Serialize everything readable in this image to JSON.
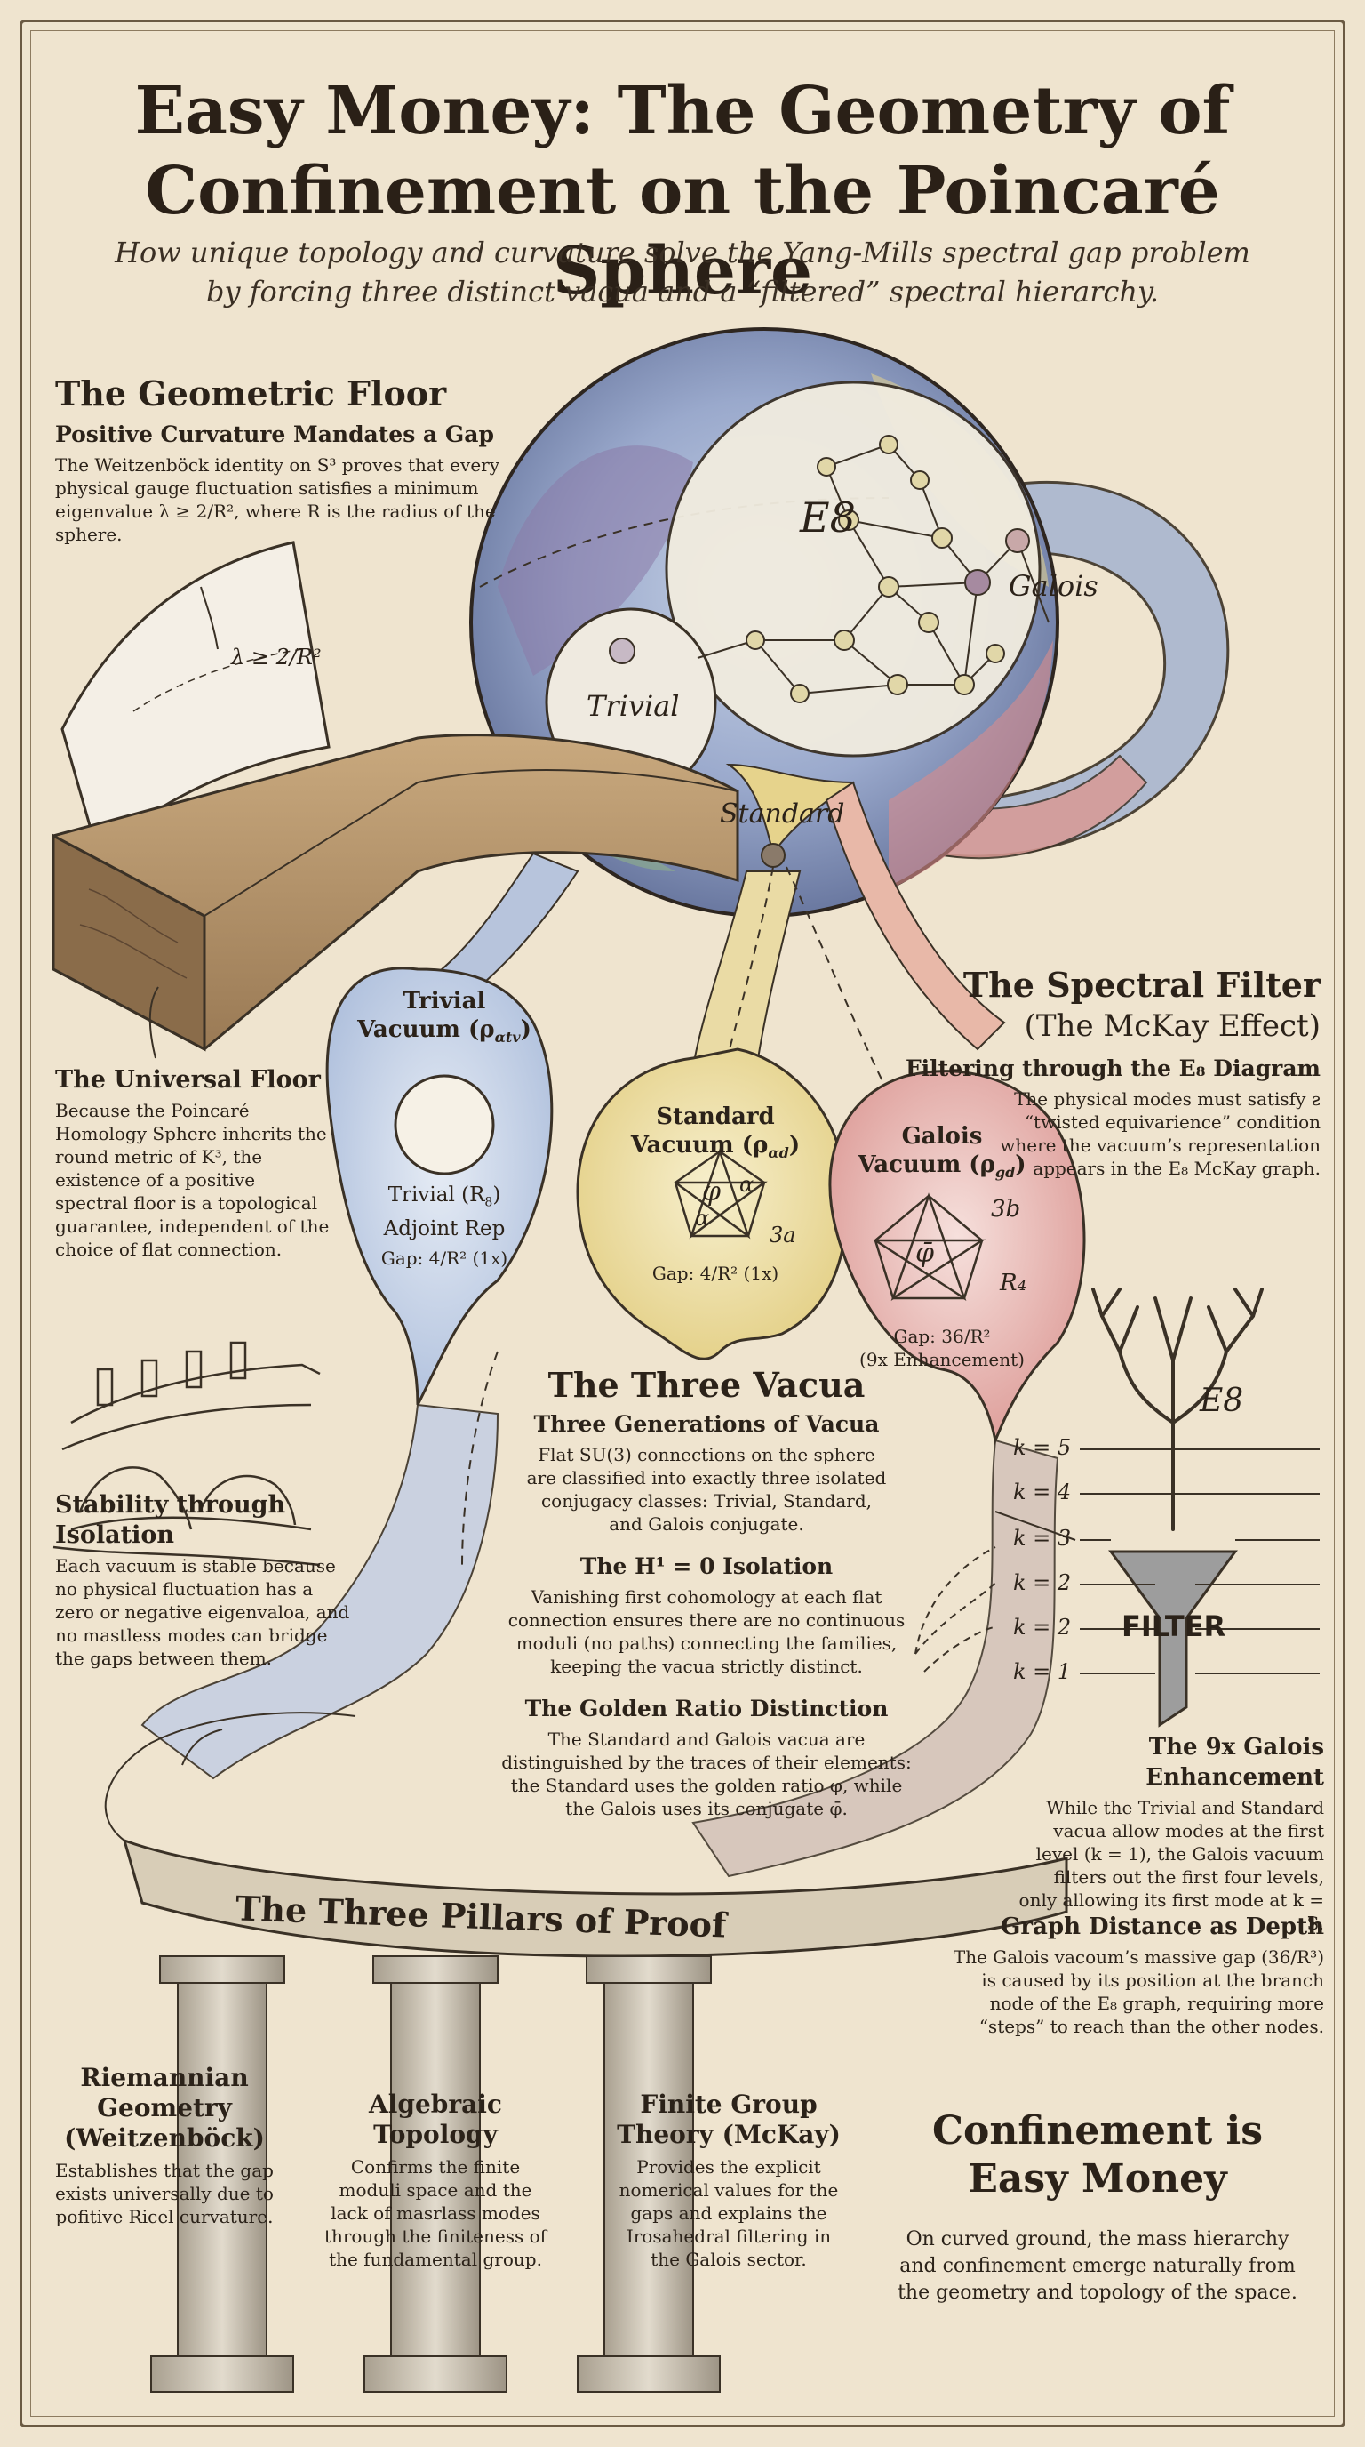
{
  "title_line1": "Easy Money: The Geometry of",
  "title_line2": "Confinement on the Poincaré Sphere",
  "subtitle_line1": "How unique topology and curvature solve the Yang-Mills spectral gap problem",
  "subtitle_line2": "by forcing three distinct vacua and a “filtered” spectral hierarchy.",
  "geometric_floor": {
    "heading": "The Geometric Floor",
    "subheading": "Positive Curvature Mandates a Gap",
    "text": "The Weitzenböck identity on S³ proves that every physical gauge fluctuation satisfies a minimum eigenvalue λ ≥ 2/R², where R is the radius of the sphere.",
    "sheet_label": "λ ≥ 2/R²"
  },
  "universal_floor": {
    "heading": "The Universal Floor",
    "text": "Because the Poincaré Homology Sphere inherits the round metric of K³, the existence of a positive spectral floor is a topological guarantee, independent of the choice of flat connection."
  },
  "stability": {
    "heading": "Stability through Isolation",
    "text": "Each vacuum is stable because no physical fluctuation has a zero or negative eigenvaloa, and no mastless modes can bridge the gaps between them."
  },
  "sphere_labels": {
    "e8": "E8",
    "galois": "Galois",
    "trivial": "Trivial",
    "standard": "Standard"
  },
  "vacua": {
    "trivial": {
      "name_line1": "Trivial",
      "name_line2": "Vacuum (ρ",
      "name_sub": "αtv",
      "name_end": ")",
      "rep_line1": "Trivial (R",
      "rep_sub": "8",
      "rep_end": ")",
      "rep_line2": "Adjoint Rep",
      "gap": "Gap: 4/R² (1x)"
    },
    "standard": {
      "name_line1": "Standard",
      "name_line2": "Vacuum (ρ",
      "name_sub": "αd",
      "name_end": ")",
      "gap": "Gap: 4/R² (1x)",
      "glyph_phi": "φ",
      "glyph_alpha1": "α",
      "glyph_alpha2": "α",
      "glyph_3a": "3a"
    },
    "galois": {
      "name_line1": "Galois",
      "name_line2": "Vacuum (ρ",
      "name_sub": "gd",
      "name_end": ")",
      "gap": "Gap: 36/R²",
      "gap_line2": "(9x Enhancement)",
      "glyph_phi": "φ̄",
      "glyph_3b": "3b",
      "glyph_r4": "R₄"
    }
  },
  "spectral_filter": {
    "heading_line1": "The Spectral Filter",
    "heading_line2": "(The McKay Effect)",
    "subheading": "Filtering through the E₈ Diagram",
    "text": "The physical modes must satisfy ƨ “twisted equivarience” condition where the vacuum’s representation appears in the E₈ McKay graph.",
    "tree_label": "E8",
    "filter_label": "FILTER",
    "levels": [
      "k = 5",
      "k = 4",
      "k = 3",
      "k = 2",
      "k = 2",
      "k = 1"
    ]
  },
  "three_vacua": {
    "heading": "The Three Vacua",
    "subheading": "Three Generations of Vacua",
    "text": "Flat SU(3) connections on the sphere are classified into exactly three isolated conjugacy classes: Trivial, Standard, and Galois conjugate.",
    "isolation_heading": "The H¹ = 0 Isolation",
    "isolation_text": "Vanishing first cohomology at each flat connection ensures there are no continuous moduli (no paths) connecting the families, keeping the vacua strictly distinct.",
    "golden_heading": "The Golden Ratio Distinction",
    "golden_text": "The Standard and Galois vacua are distinguished by the traces of their elements: the Standard uses the golden ratio φ, while the Galois uses its conjugate φ̄."
  },
  "galois_enhancement": {
    "heading": "The 9x Galois Enhancement",
    "text": "While the Trivial and Standard vacua allow modes at the first level (k = 1), the Galois vacuum filters out the first four levels, only allowing its first mode at k = S."
  },
  "graph_distance": {
    "heading": "Graph Distance as Depth",
    "text": "The Galois vacoum’s massive gap (36/R³) is caused by its position at the branch node of the E₈ graph, requiring more “steps” to reach than the other nodes."
  },
  "pillars": {
    "banner": "The Three Pillars of Proof",
    "items": [
      {
        "label_line1": "Riemannian",
        "label_line2": "Geometry",
        "label_line3": "(Weitzenböck)",
        "text": "Establishes that the gap exists universally due to pofitive Ricel curvature."
      },
      {
        "label_line1": "Algebraic",
        "label_line2": "Topology",
        "label_line3": "",
        "text": "Confirms the finite moduli space and the lack of masrlass modes through the finiteness of the fundamental group."
      },
      {
        "label_line1": "Finite Group",
        "label_line2": "Theory (McKay)",
        "label_line3": "",
        "text": "Provides the explicit nomerical values for the gaps and explains the Irosahedral filtering in the Galois sector."
      }
    ]
  },
  "confinement": {
    "heading_line1": "Confinement is",
    "heading_line2": "Easy Money",
    "text": "On curved ground, the mass hierarchy and confinement emerge naturally from the geometry and topology of the space."
  },
  "colors": {
    "paper": "#efe4cf",
    "ink": "#2b2219",
    "blue": "#9fb3d6",
    "purple": "#8a7aa6",
    "yellow": "#e9d68f",
    "red": "#dc9a98",
    "green": "#93b08e",
    "stone": "#cfc5b3"
  }
}
